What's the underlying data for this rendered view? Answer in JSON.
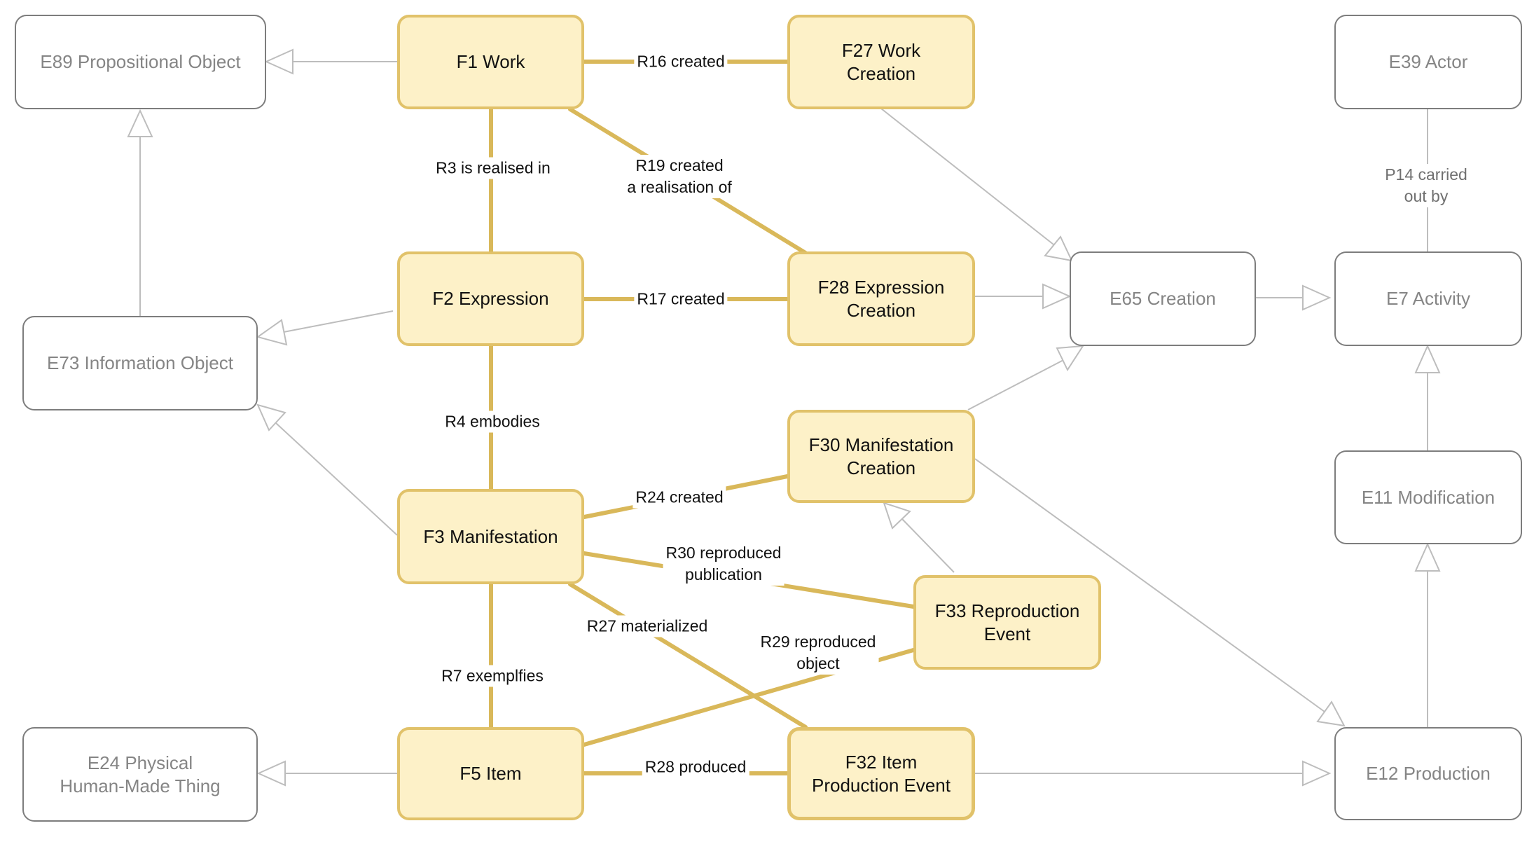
{
  "nodes": {
    "f1": "F1 Work",
    "f2": "F2 Expression",
    "f3": "F3 Manifestation",
    "f5": "F5 Item",
    "f27": "F27 Work\nCreation",
    "f28": "F28 Expression\nCreation",
    "f30": "F30 Manifestation\nCreation",
    "f32": "F32 Item\nProduction Event",
    "f33": "F33 Reproduction\nEvent",
    "e89": "E89 Propositional Object",
    "e73": "E73 Information Object",
    "e24": "E24 Physical\nHuman-Made Thing",
    "e65": "E65 Creation",
    "e39": "E39 Actor",
    "e7": "E7 Activity",
    "e11": "E11 Modification",
    "e12": "E12 Production"
  },
  "relations": {
    "r16": "R16 created",
    "r3": "R3 is realised in",
    "r19": "R19 created\na realisation of",
    "r17": "R17 created",
    "r4": "R4 embodies",
    "r24": "R24 created",
    "r30": "R30 reproduced\npublication",
    "r27": "R27 materialized",
    "r29": "R29 reproduced\nobject",
    "r7": "R7 exemplfies",
    "r28": "R28 produced",
    "p14": "P14 carried out by"
  },
  "colors": {
    "frbr_fill": "#fdf1c8",
    "frbr_border": "#e1c26a",
    "relation_line": "#d9b85a",
    "crm_border": "#7d7d7d",
    "inheritance_line": "#bdbdbd"
  }
}
